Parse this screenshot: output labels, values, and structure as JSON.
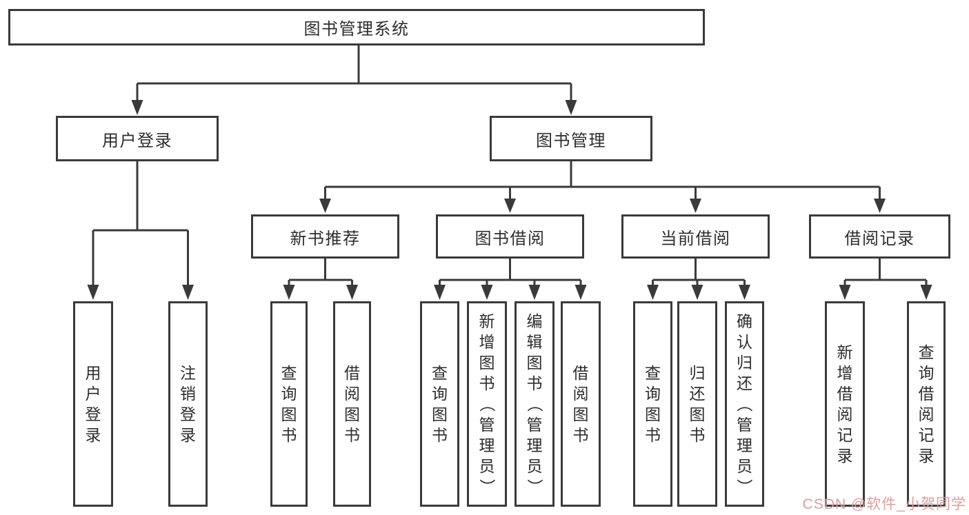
{
  "diagram": {
    "title": "图书管理系统",
    "user_login": {
      "label": "用户登录",
      "children": [
        "用户登录",
        "注销登录"
      ]
    },
    "book_mgmt": {
      "label": "图书管理",
      "sections": {
        "new_book_rec": {
          "label": "新书推荐",
          "children": [
            "查询图书",
            "借阅图书"
          ]
        },
        "book_borrow": {
          "label": "图书借阅",
          "children": [
            "查询图书",
            "新增图书（管理员）",
            "编辑图书（管理员）",
            "借阅图书"
          ]
        },
        "current_borrow": {
          "label": "当前借阅",
          "children": [
            "查询图书",
            "归还图书",
            "确认归还（管理员）"
          ]
        },
        "borrow_record": {
          "label": "借阅记录",
          "children": [
            "新增借阅记录",
            "查询借阅记录"
          ]
        }
      }
    }
  },
  "watermark": {
    "text": "CSDN @软件_小贺同学"
  },
  "colors": {
    "line": "#3a3a3a",
    "text": "#2d2d2d",
    "watermark": "#dd9e9e",
    "background": "#ffffff"
  }
}
